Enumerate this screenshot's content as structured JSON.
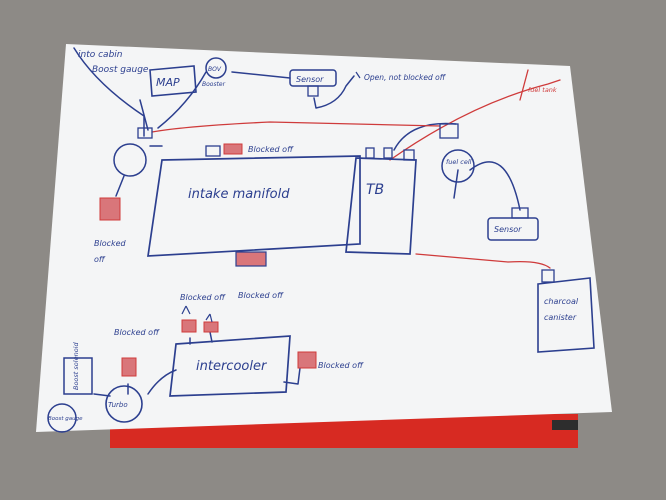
{
  "colors": {
    "ground": "#8d8a86",
    "paper": "#f4f5f6",
    "ink_blue": "#2c3f8f",
    "ink_red": "#cf3b3b",
    "component_fill": "#d9767a",
    "book": "#d72a22"
  },
  "labels": {
    "into_cabin": "into cabin",
    "boost_gauge": "Boost gauge",
    "map": "MAP",
    "bov": "BOV",
    "booster": "Booster",
    "sensor_top": "Sensor",
    "open_not_blocked": "Open, not blocked off",
    "fuel_tank": "fuel tank",
    "intake_manifold": "intake manifold",
    "tb": "TB",
    "blocked_off_top": "Blocked off",
    "fuel_cell": "fuel cell",
    "sensor_right": "Sensor",
    "blocked_off_left_1": "Blocked",
    "blocked_off_left_2": "off",
    "charcoal_canister_1": "charcoal",
    "charcoal_canister_2": "canister",
    "blocked_off_pair_1": "Blocked off",
    "blocked_off_pair_2": "Blocked off",
    "blocked_off_ic_left": "Blocked off",
    "intercooler": "intercooler",
    "blocked_off_ic_right": "Blocked off",
    "boost_solenoid": "Boost solenoid",
    "turbo": "Turbo",
    "boost_gauge_small": "Boost gauge"
  }
}
